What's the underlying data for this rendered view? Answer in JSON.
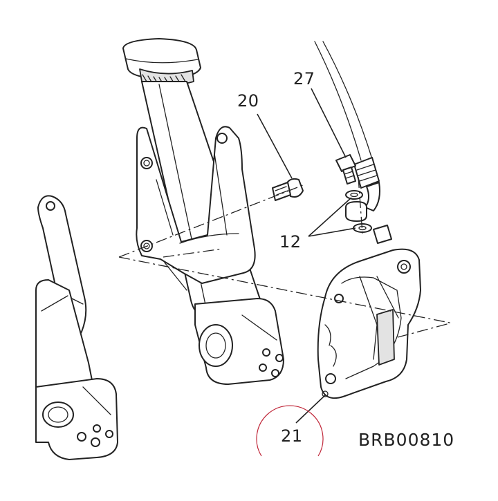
{
  "diagram": {
    "callouts": {
      "c20": "20",
      "c27": "27",
      "c12": "12",
      "c21": "21"
    },
    "reference_code": "BRB00810",
    "highlight_color": "#c0283a"
  }
}
